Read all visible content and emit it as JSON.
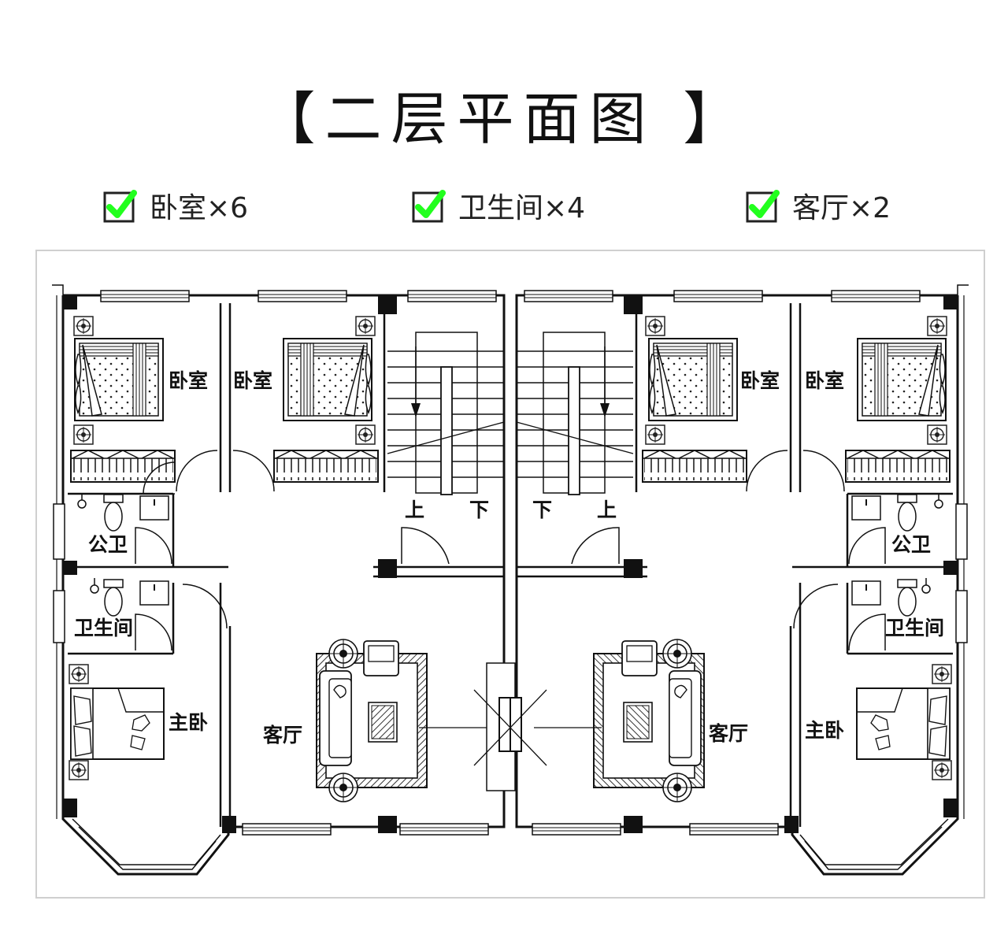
{
  "title": "【二层平面图 】",
  "stats": [
    {
      "label": "卧室×6",
      "icon": "checkbox-checked-icon"
    },
    {
      "label": "卫生间×4",
      "icon": "checkbox-checked-icon"
    },
    {
      "label": "客厅×2",
      "icon": "checkbox-checked-icon"
    }
  ],
  "colors": {
    "check_green": "#22ff1e",
    "wall": "#111111",
    "hatch": "#333333"
  },
  "rooms": {
    "bedroom": "卧室",
    "public_bath": "公卫",
    "bathroom": "卫生间",
    "master_bedroom": "主卧",
    "living_room": "客厅",
    "stairs_up": "上",
    "stairs_down": "下"
  }
}
